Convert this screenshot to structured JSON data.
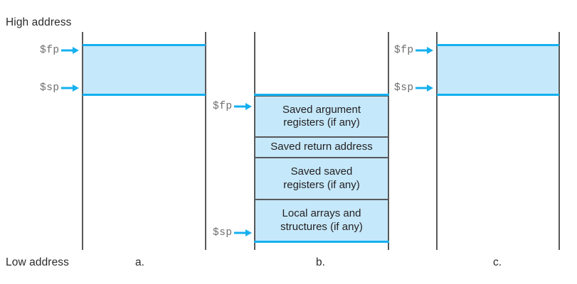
{
  "figure": {
    "labels": {
      "high_address": "High address",
      "low_address": "Low address"
    },
    "colors": {
      "fill": "#c5e8fa",
      "accent_rule": "#14b0f0",
      "rail": "#59595b",
      "box_border": "#58595b",
      "text": "#231f20",
      "register_text": "#6d6e70"
    }
  },
  "panels": [
    {
      "id": "a",
      "caption": "a.",
      "markers": [
        {
          "name": "fp",
          "label": "$fp"
        },
        {
          "name": "sp",
          "label": "$sp"
        }
      ],
      "boxes": []
    },
    {
      "id": "b",
      "caption": "b.",
      "markers": [
        {
          "name": "fp",
          "label": "$fp"
        },
        {
          "name": "sp",
          "label": "$sp"
        }
      ],
      "boxes": [
        {
          "line1": "Saved argument",
          "line2": "registers (if any)"
        },
        {
          "line1": "Saved return address",
          "line2": ""
        },
        {
          "line1": "Saved saved",
          "line2": "registers (if any)"
        },
        {
          "line1": "Local arrays and",
          "line2": "structures (if any)"
        }
      ]
    },
    {
      "id": "c",
      "caption": "c.",
      "markers": [
        {
          "name": "fp",
          "label": "$fp"
        },
        {
          "name": "sp",
          "label": "$sp"
        }
      ],
      "boxes": []
    }
  ]
}
